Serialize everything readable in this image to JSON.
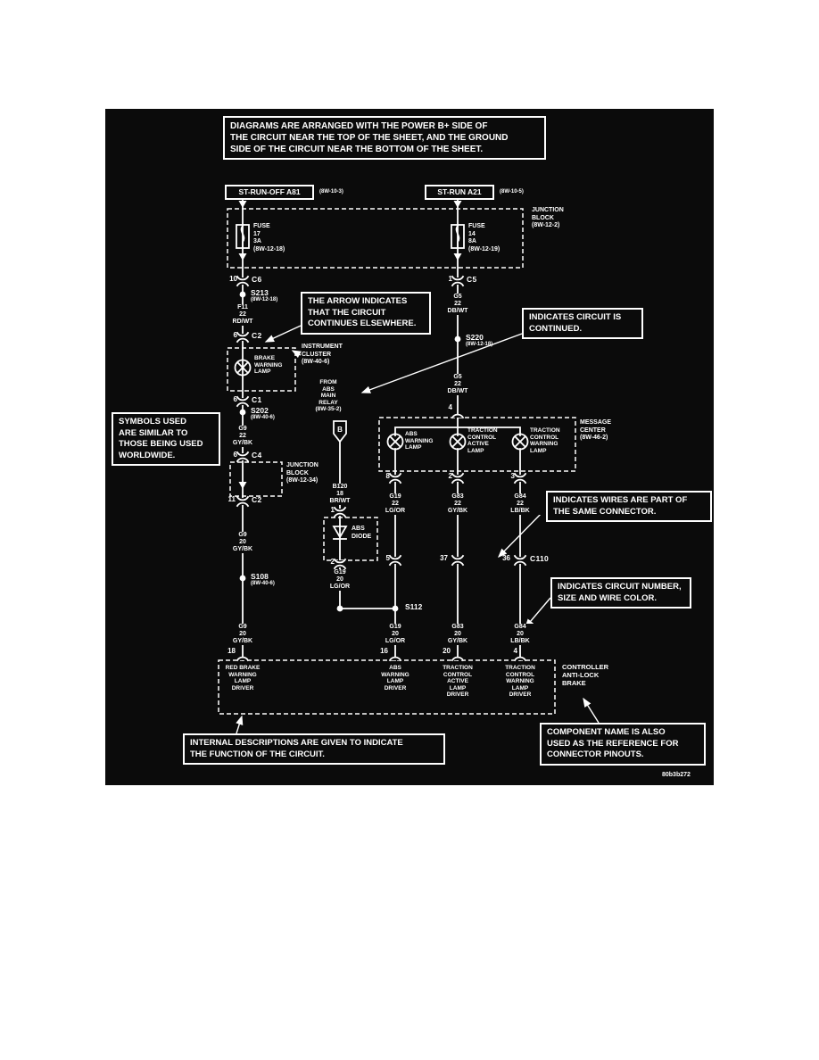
{
  "page_code": "80b3b272",
  "callouts": {
    "top": "DIAGRAMS ARE ARRANGED WITH THE POWER B+ SIDE OF\nTHE CIRCUIT NEAR THE TOP OF THE SHEET, AND THE GROUND\nSIDE OF THE CIRCUIT NEAR THE BOTTOM OF THE SHEET.",
    "arrow_elsewhere": "THE ARROW INDICATES\nTHAT THE CIRCUIT\nCONTINUES ELSEWHERE.",
    "circuit_continued": "INDICATES CIRCUIT IS\nCONTINUED.",
    "symbols_worldwide": "SYMBOLS USED\nARE SIMILAR TO\nTHOSE BEING USED\nWORLDWIDE.",
    "same_connector": "INDICATES WIRES ARE PART OF\nTHE SAME CONNECTOR.",
    "circuit_number": "INDICATES CIRCUIT NUMBER,\nSIZE AND WIRE COLOR.",
    "internal_descriptions": "INTERNAL DESCRIPTIONS ARE GIVEN TO INDICATE\nTHE FUNCTION OF THE CIRCUIT.",
    "component_name": "COMPONENT NAME IS ALSO\nUSED AS THE REFERENCE FOR\nCONNECTOR PINOUTS."
  },
  "sources": {
    "left": {
      "label": "ST-RUN-OFF A81",
      "ref": "(8W-10-3)"
    },
    "right": {
      "label": "ST-RUN A21",
      "ref": "(8W-10-5)"
    }
  },
  "junction_block_1": "JUNCTION\nBLOCK\n(8W-12-2)",
  "fuse_left": "FUSE\n17\n3A\n(8W-12-18)",
  "fuse_right": "FUSE\n14\n8A\n(8W-12-19)",
  "left_branch": {
    "c6_pin": "10",
    "c6": "C6",
    "s213": "S213",
    "s213_ref": "(8W-12-18)",
    "w_f11": "F11\n22\nRD/WT",
    "c2a_pin": "6",
    "c2a": "C2",
    "cluster_label": "INSTRUMENT\nCLUSTER\n(8W-40-6)",
    "brake_lamp": "BRAKE\nWARNING\nLAMP",
    "c1_pin": "6",
    "c1": "C1",
    "s202": "S202",
    "s202_ref": "(8W-40-6)",
    "w_g9_22": "G9\n22\nGY/BK",
    "c4_pin": "6",
    "c4": "C4",
    "junction_block_2": "JUNCTION\nBLOCK\n(8W-12-34)",
    "c2b_pin": "11",
    "c2b": "C2",
    "w_g9_20a": "G9\n20\nGY/BK",
    "s108": "S108",
    "s108_ref": "(8W-40-6)",
    "w_g9_20b": "G9\n20\nGY/BK",
    "pin18": "18"
  },
  "right_branch": {
    "c5_pin": "1",
    "c5": "C5",
    "w_g5a": "G5\n22\nDB/WT",
    "s220": "S220",
    "s220_ref": "(8W-12-18)",
    "w_g5b": "G5\n22\nDB/WT",
    "pin4": "4"
  },
  "message_center": {
    "label": "MESSAGE\nCENTER\n(8W-46-2)",
    "lamp1": "ABS\nWARNING\nLAMP",
    "lamp2": "TRACTION\nCONTROL\nACTIVE\nLAMP",
    "lamp3": "TRACTION\nCONTROL\nWARNING\nLAMP",
    "pin1": "8",
    "pin2": "2",
    "pin3": "3"
  },
  "abs_feed": {
    "from": "FROM\nABS\nMAIN\nRELAY\n(8W-35-2)",
    "tag": "B",
    "w_b120": "B120\n18\nBR/WT",
    "pin_in": "1",
    "diode": "ABS\nDIODE",
    "pin_out": "2",
    "w_g19": "G19\n20\nLG/OR"
  },
  "mid": {
    "w1_upper": "G19\n22\nLG/OR",
    "w2_upper": "G83\n22\nGY/BK",
    "w3_upper": "G84\n22\nLB/BK",
    "c110_pin1": "5",
    "c110_pin2": "37",
    "c110_pin3": "36",
    "c110": "C110",
    "s112": "S112",
    "w1_lower": "G19\n20\nLG/OR",
    "w2_lower": "G83\n20\nGY/BK",
    "w3_lower": "G84\n20\nLB/BK"
  },
  "controller": {
    "pin1": "16",
    "pin2": "20",
    "pin3": "4",
    "driver0": "RED BRAKE\nWARNING\nLAMP\nDRIVER",
    "driver1": "ABS\nWARNING\nLAMP\nDRIVER",
    "driver2": "TRACTION\nCONTROL\nACTIVE\nLAMP\nDRIVER",
    "driver3": "TRACTION\nCONTROL\nWARNING\nLAMP\nDRIVER",
    "label": "CONTROLLER\nANTI-LOCK\nBRAKE"
  }
}
